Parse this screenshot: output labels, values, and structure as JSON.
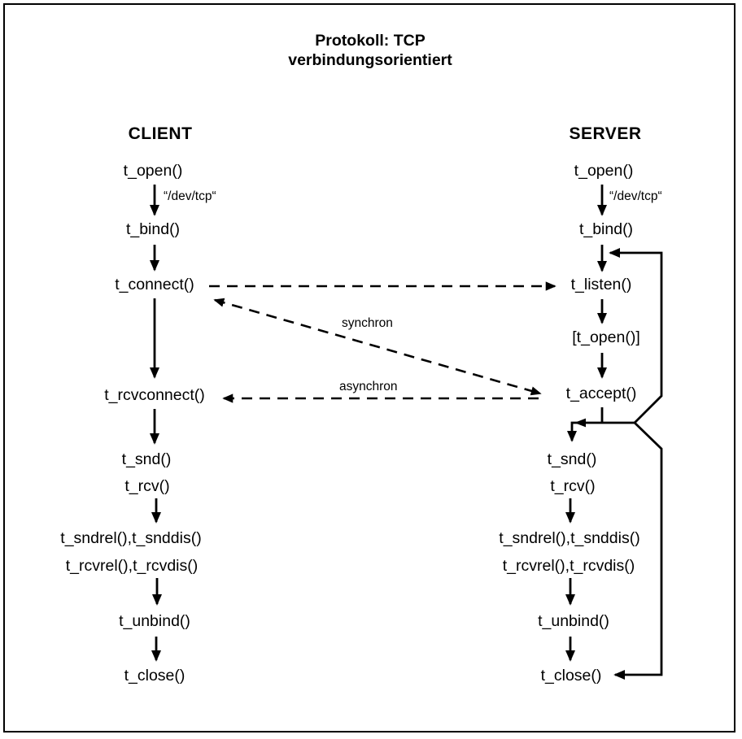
{
  "title": {
    "line1": "Protokoll: TCP",
    "line2": "verbindungsorientiert"
  },
  "colors": {
    "ink": "#000000",
    "background": "#ffffff"
  },
  "client": {
    "header": "CLIENT",
    "dev_label": "“/dev/tcp“",
    "nodes": {
      "open": "t_open()",
      "bind": "t_bind()",
      "connect": "t_connect()",
      "rcvconnect": "t_rcvconnect()",
      "snd": "t_snd()",
      "rcv": "t_rcv()",
      "sndrel": "t_sndrel(),t_snddis()",
      "rcvrel": "t_rcvrel(),t_rcvdis()",
      "unbind": "t_unbind()",
      "close": "t_close()"
    }
  },
  "server": {
    "header": "SERVER",
    "dev_label": "“/dev/tcp“",
    "nodes": {
      "open": "t_open()",
      "bind": "t_bind()",
      "listen": "t_listen()",
      "open_optional": "[t_open()]",
      "accept": "t_accept()",
      "snd": "t_snd()",
      "rcv": "t_rcv()",
      "sndrel": "t_sndrel(),t_snddis()",
      "rcvrel": "t_rcvrel(),t_rcvdis()",
      "unbind": "t_unbind()",
      "close": "t_close()"
    }
  },
  "edges": {
    "sync_label": "synchron",
    "async_label": "asynchron"
  }
}
